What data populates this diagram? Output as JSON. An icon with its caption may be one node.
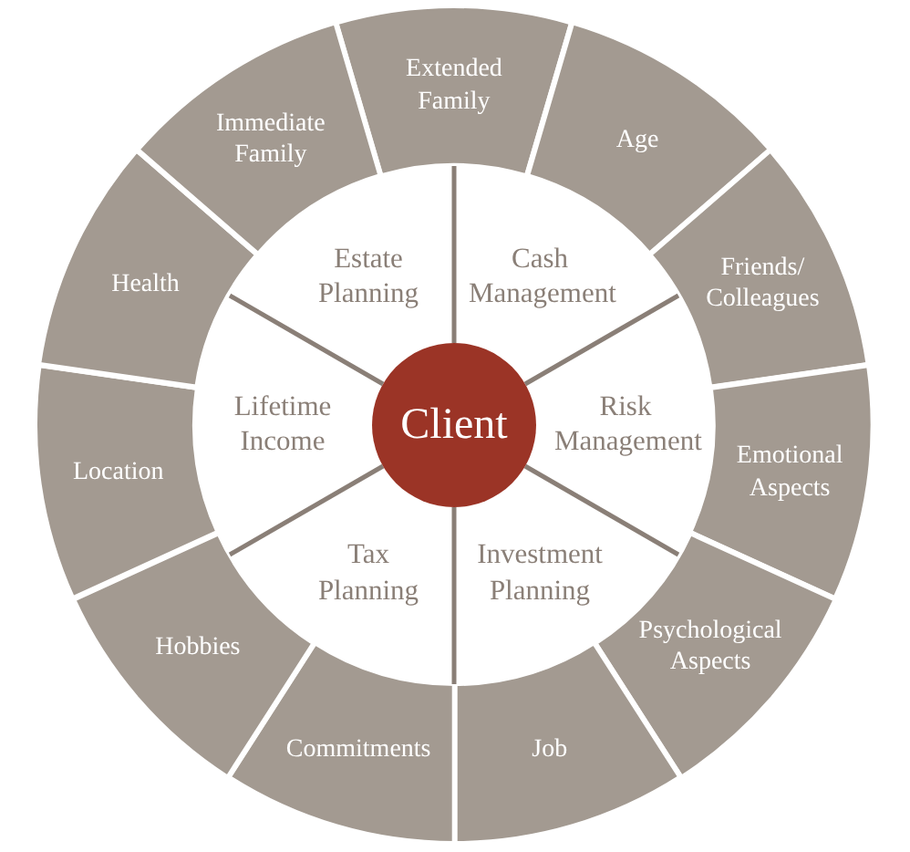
{
  "diagram": {
    "nodes": [
      {
        "text": [
          "Extended Family"
        ]
      },
      {
        "text": [
          "Age"
        ]
      },
      {
        "text": [
          "Friends/ Colleagues"
        ]
      },
      {
        "text": [
          "Emotional Aspects"
        ]
      },
      {
        "text": [
          "Psychological Aspects"
        ]
      },
      {
        "text": [
          "Job"
        ]
      },
      {
        "text": [
          "Commitments"
        ]
      },
      {
        "text": [
          "Hobbies"
        ]
      },
      {
        "text": [
          "Location"
        ]
      },
      {
        "text": [
          "Health"
        ]
      },
      {
        "text": [
          "Immediate Family"
        ]
      },
      {
        "text": [
          "Estate Planning"
        ]
      },
      {
        "text": [
          "Cash Management"
        ]
      },
      {
        "text": [
          "Risk Management"
        ]
      },
      {
        "text": [
          "Investment Planning"
        ]
      },
      {
        "text": [
          "Tax Planning"
        ]
      },
      {
        "text": [
          "Lifetime Income"
        ]
      },
      {
        "text": [
          "Client"
        ]
      }
    ],
    "edges": []
  }
}
